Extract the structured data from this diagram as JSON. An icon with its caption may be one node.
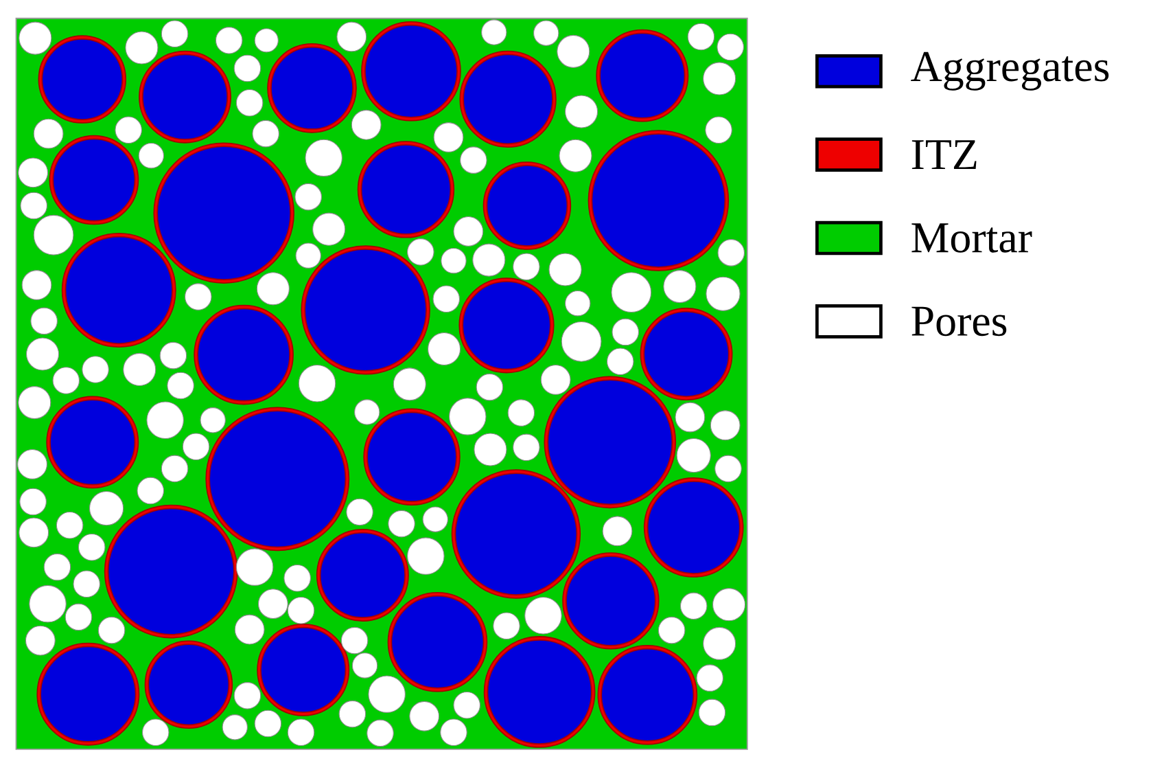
{
  "diagram": {
    "legend": [
      {
        "text": "Aggregates",
        "color": "#0000dd"
      },
      {
        "text": "ITZ",
        "color": "#ee0000"
      },
      {
        "text": "Mortar",
        "color": "#00cc00"
      },
      {
        "text": "Pores"
      }
    ]
  }
}
